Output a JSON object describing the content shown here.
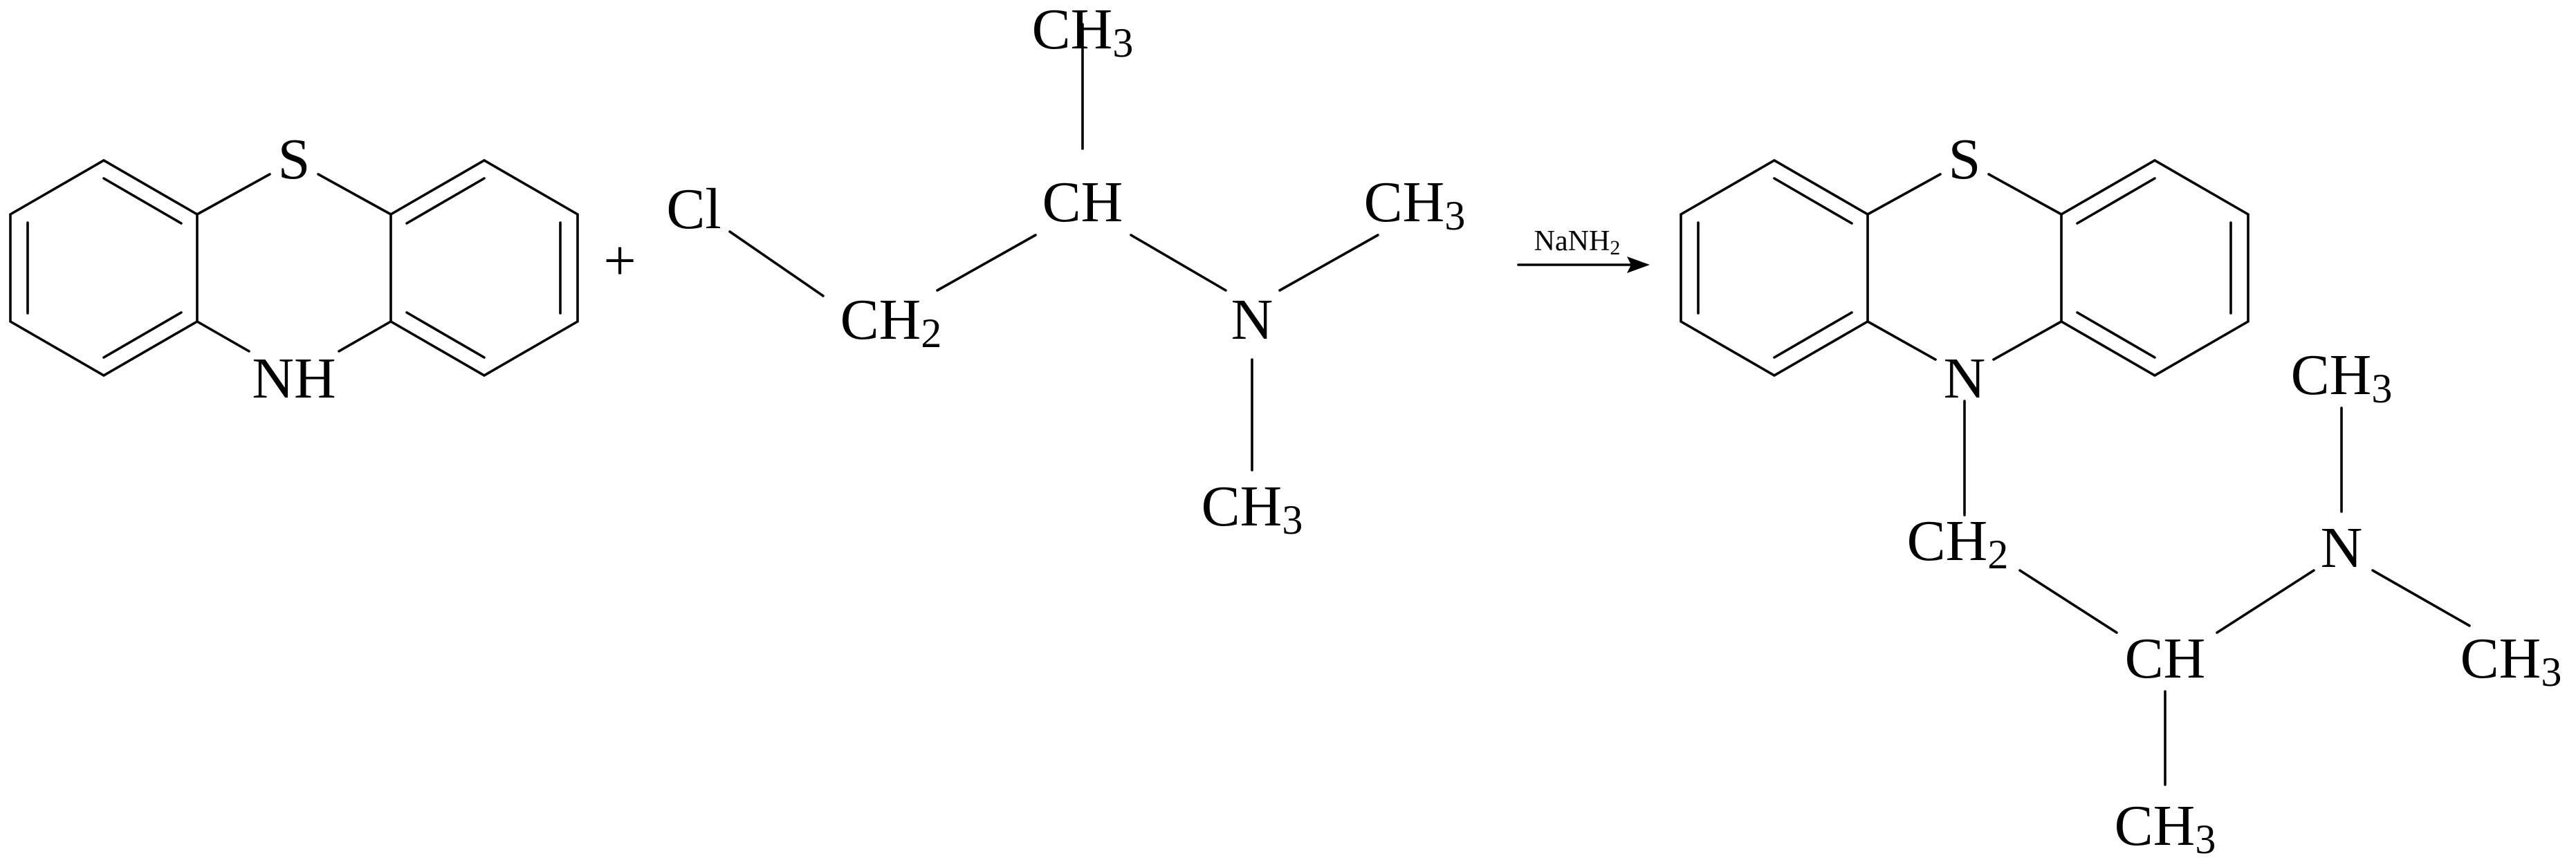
{
  "reactant1": {
    "s_label": "S",
    "nh_label": "NH"
  },
  "plus": "+",
  "reactant2": {
    "cl_label": "Cl",
    "ch2": {
      "base": "CH",
      "sub": "2"
    },
    "ch_label": "CH",
    "ch3_top": {
      "base": "CH",
      "sub": "3"
    },
    "n_label": "N",
    "ch3_right": {
      "base": "CH",
      "sub": "3"
    },
    "ch3_bottom": {
      "base": "CH",
      "sub": "3"
    }
  },
  "reagent": {
    "base": "NaNH",
    "sub": "2"
  },
  "product": {
    "s_label": "S",
    "n_ring_label": "N",
    "ch2": {
      "base": "CH",
      "sub": "2"
    },
    "ch_label": "CH",
    "ch3_bottom": {
      "base": "CH",
      "sub": "3"
    },
    "n_label": "N",
    "ch3_top": {
      "base": "CH",
      "sub": "3"
    },
    "ch3_right": {
      "base": "CH",
      "sub": "3"
    }
  }
}
